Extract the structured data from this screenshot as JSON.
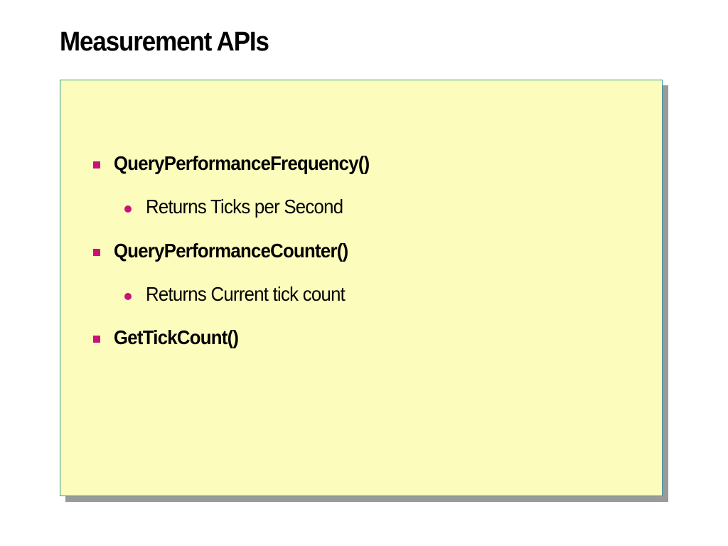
{
  "slide": {
    "title": "Measurement APIs",
    "colors": {
      "panel_background": "#fcfcbc",
      "panel_border": "#2e9a9a",
      "panel_shadow": "#9a9a9a",
      "bullet_marker": "#c8127a",
      "text": "#000000"
    },
    "bullets": [
      {
        "level": 1,
        "text": "QueryPerformanceFrequency()",
        "marker": "square-bullet-icon"
      },
      {
        "level": 2,
        "text": "Returns Ticks per Second",
        "marker": "round-bullet-icon"
      },
      {
        "level": 1,
        "text": "QueryPerformanceCounter()",
        "marker": "square-bullet-icon"
      },
      {
        "level": 2,
        "text": "Returns Current tick count",
        "marker": "round-bullet-icon"
      },
      {
        "level": 1,
        "text": "GetTickCount()",
        "marker": "square-bullet-icon"
      }
    ]
  }
}
